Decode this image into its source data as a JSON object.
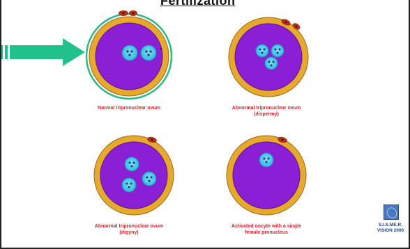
{
  "slide": {
    "title": "Fertilization"
  },
  "panels": [
    {
      "caption": [
        "Normal tripronuclear ovum"
      ],
      "highlighted": true,
      "pronuclei": 2
    },
    {
      "caption": [
        "Abnormal tripronuclear ovum",
        "(dispermy)"
      ],
      "highlighted": false,
      "pronuclei": 3
    },
    {
      "caption": [
        "Abnormal tripronuclear ovum",
        "(digyny)"
      ],
      "highlighted": false,
      "pronuclei": 3
    },
    {
      "caption": [
        "Activated oocyte with a single",
        "female pronucleus"
      ],
      "highlighted": false,
      "pronuclei": 1
    }
  ],
  "logo": {
    "line1": "S.I.S.ME.R.",
    "line2": "VISION 2000"
  },
  "colors": {
    "cytoplasm": "#8a1fd6",
    "zona": "#e6a92e",
    "pronucleus": "#3fc6ea",
    "caption": "#e0202a",
    "arrow": "#22c08a",
    "highlight_ring": "#28b985"
  },
  "icons": {
    "pointer": "arrow-right-icon",
    "logo": "sismer-logo-icon"
  }
}
